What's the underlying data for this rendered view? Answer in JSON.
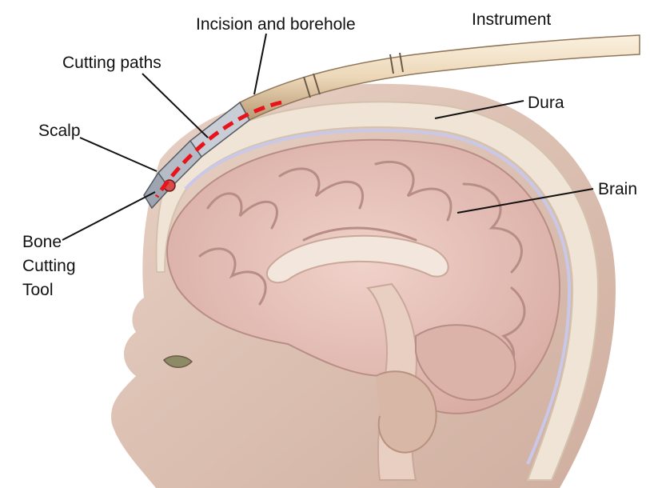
{
  "labels": {
    "instrument": "Instrument",
    "incision": "Incision and borehole",
    "cutting_paths": "Cutting paths",
    "scalp": "Scalp",
    "dura": "Dura",
    "brain": "Brain",
    "bone_cutting_tool": [
      "Bone",
      "Cutting",
      "Tool"
    ]
  },
  "colors": {
    "skin": "#dcc3b6",
    "skin_shadow": "#c9a899",
    "skull": "#efe4d6",
    "dura": "#c9c8e8",
    "brain": "#e6c4bc",
    "brain_fold": "#b88d85",
    "instrument": "#eedcc2",
    "cutting_path": "#e8141c",
    "tool": "#c9ced6",
    "leader": "#111111"
  }
}
